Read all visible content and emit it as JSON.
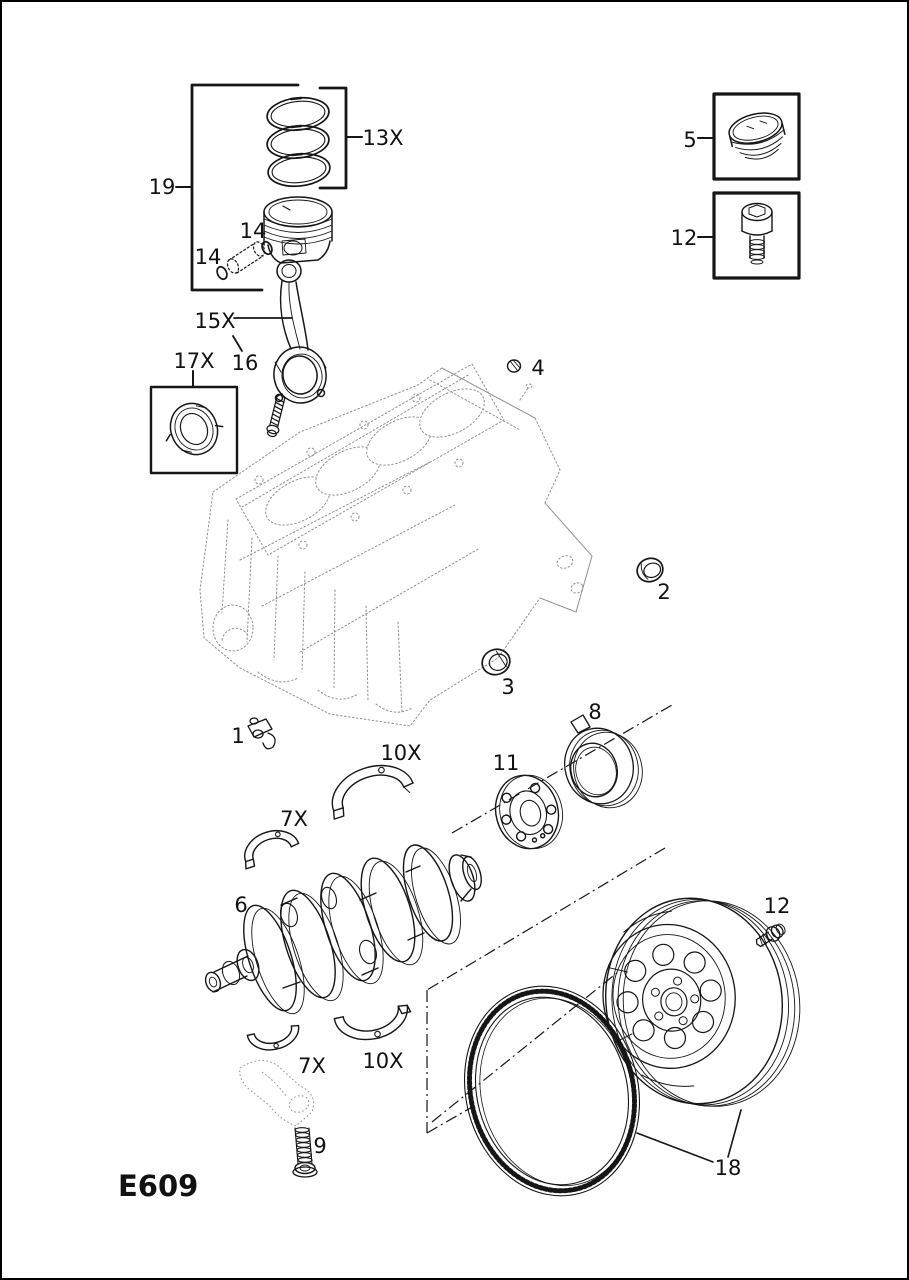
{
  "figure": {
    "code": "E609"
  },
  "callouts": {
    "c19": "19",
    "c13x": "13X",
    "c14a": "14",
    "c14b": "14",
    "c15x": "15X",
    "c16": "16",
    "c17x": "17X",
    "c4": "4",
    "c5": "5",
    "c12box": "12",
    "c2": "2",
    "c3": "3",
    "c1": "1",
    "c8": "8",
    "c11": "11",
    "c10x_top": "10X",
    "c7x_top": "7X",
    "c6": "6",
    "c12_flywheel": "12",
    "c10x_bottom": "10X",
    "c7x_bottom": "7X",
    "c9": "9",
    "c18": "18"
  },
  "colors": {
    "line": "#161616",
    "faint": "#909090",
    "background": "#ffffff",
    "border": "#000000"
  }
}
